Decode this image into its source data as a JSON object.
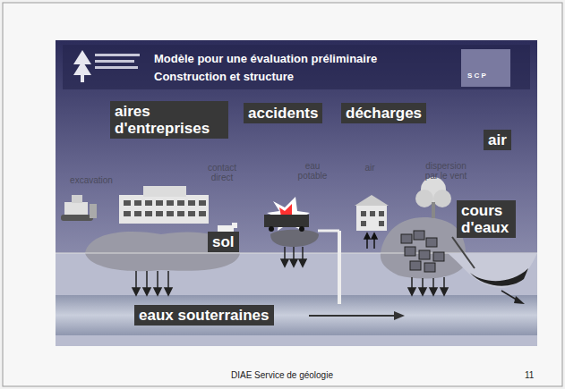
{
  "diagram": {
    "title": "Modèle pour une évaluation préliminaire",
    "caption": "DIAE Service de géologie",
    "nodes": [
      {
        "text": [
          "aires d'entreprises"
        ]
      },
      {
        "text": [
          "accidents"
        ]
      },
      {
        "text": [
          "décharges"
        ]
      },
      {
        "text": [
          "air"
        ]
      },
      {
        "text": [
          "sol"
        ]
      },
      {
        "text": [
          "cours d'eaux"
        ]
      },
      {
        "text": [
          "eaux souterraines"
        ]
      }
    ],
    "labels": [
      "Construction et structure",
      "S C P",
      "excavation",
      "contact direct",
      "eau potable",
      "air",
      "dispersion par le vent",
      "11"
    ]
  }
}
